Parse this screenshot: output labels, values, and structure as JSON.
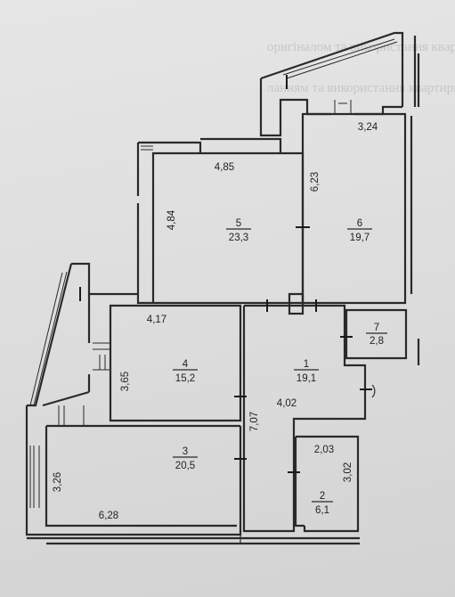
{
  "background_text": [
    "оригіналом та використання квартири",
    "ланням та використання квартири"
  ],
  "rooms": [
    {
      "number": "1",
      "area": "19,1"
    },
    {
      "number": "2",
      "area": "6,1"
    },
    {
      "number": "3",
      "area": "20,5"
    },
    {
      "number": "4",
      "area": "15,2"
    },
    {
      "number": "5",
      "area": "23,3"
    },
    {
      "number": "6",
      "area": "19,7"
    },
    {
      "number": "7",
      "area": "2,8"
    }
  ],
  "dimensions": {
    "room5_width": "4,85",
    "room5_depth": "4,84",
    "room6_width": "3,24",
    "room6_depth": "6,23",
    "room4_width": "4,17",
    "room4_depth": "3,65",
    "room1_width": "4,02",
    "corridor_length": "7,07",
    "room2_width": "2,03",
    "room2_depth": "3,02",
    "room3_width": "6,28",
    "room3_depth": "3,26"
  }
}
